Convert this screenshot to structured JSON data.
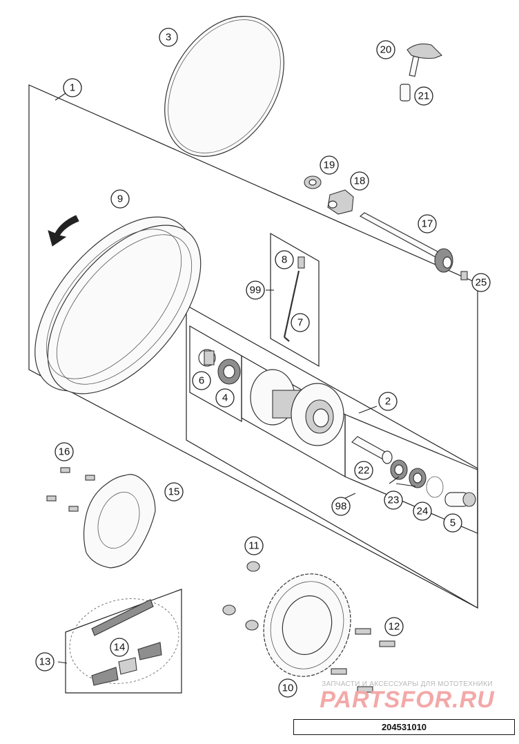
{
  "diagram": {
    "callouts": [
      {
        "id": "c1",
        "label": "1"
      },
      {
        "id": "c2",
        "label": "2"
      },
      {
        "id": "c3",
        "label": "3"
      },
      {
        "id": "c4",
        "label": "4"
      },
      {
        "id": "c5",
        "label": "5"
      },
      {
        "id": "c6",
        "label": "6"
      },
      {
        "id": "c7",
        "label": "7"
      },
      {
        "id": "c8",
        "label": "8"
      },
      {
        "id": "c9",
        "label": "9"
      },
      {
        "id": "c10",
        "label": "10"
      },
      {
        "id": "c11",
        "label": "11"
      },
      {
        "id": "c12",
        "label": "12"
      },
      {
        "id": "c13",
        "label": "13"
      },
      {
        "id": "c14",
        "label": "14"
      },
      {
        "id": "c15",
        "label": "15"
      },
      {
        "id": "c16",
        "label": "16"
      },
      {
        "id": "c17",
        "label": "17"
      },
      {
        "id": "c18",
        "label": "18"
      },
      {
        "id": "c19",
        "label": "19"
      },
      {
        "id": "c20",
        "label": "20"
      },
      {
        "id": "c21",
        "label": "21"
      },
      {
        "id": "c22",
        "label": "22"
      },
      {
        "id": "c23",
        "label": "23"
      },
      {
        "id": "c24",
        "label": "24"
      },
      {
        "id": "c25",
        "label": "25"
      },
      {
        "id": "c98",
        "label": "98"
      },
      {
        "id": "c99",
        "label": "99"
      }
    ]
  },
  "watermark": {
    "caption": "ЗАПЧАСТИ И АКСЕССУАРЫ ДЛЯ МОТОТЕХНИКИ",
    "logo": "PARTSFOR.RU"
  },
  "document_number": "204531010"
}
